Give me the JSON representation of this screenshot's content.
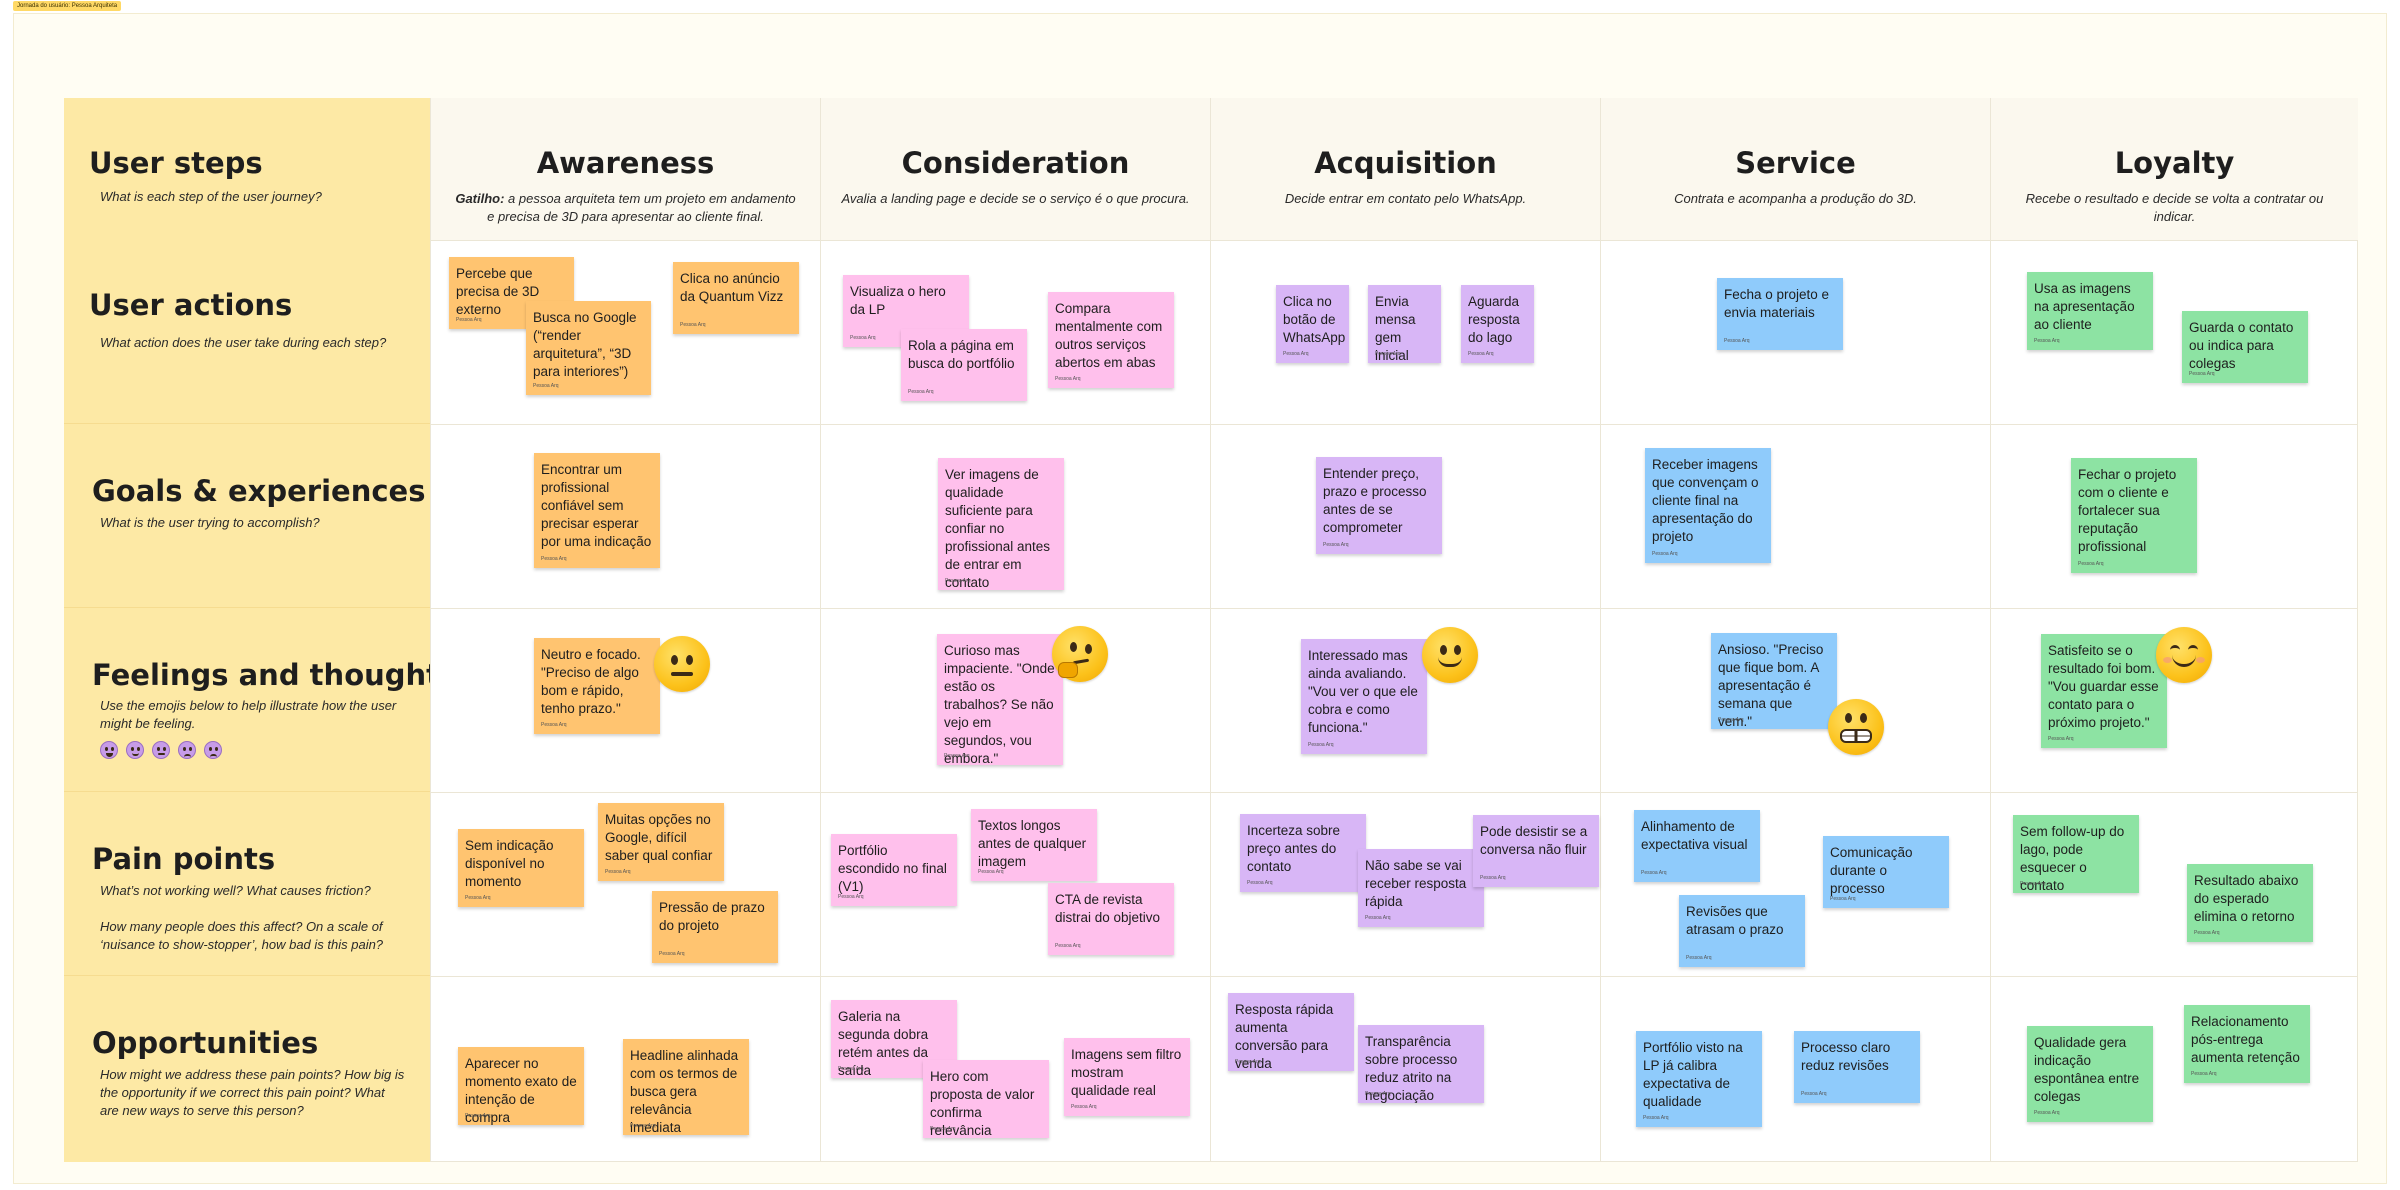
{
  "frame_label": "Jornada do usuário: Pessoa Arquiteta",
  "row_headers": [
    {
      "title": "User steps",
      "description": "What is each step of the user journey?"
    },
    {
      "title": "User actions",
      "description": "What action does the user take during each step?"
    },
    {
      "title": "Goals & experiences",
      "description": "What is the user trying to accomplish?"
    },
    {
      "title": "Feelings and thoughts",
      "description": "Use the emojis below to help illustrate how the user might be feeling."
    },
    {
      "title": "Pain points",
      "description": "What’s not working well? What causes friction?",
      "description2": "How many people does this affect? On a scale of ‘nuisance to show-stopper’, how bad is this pain?"
    },
    {
      "title": "Opportunities",
      "description": "How might we address these pain points? How big is the opportunity if we correct this pain point? What are new ways to serve this person?"
    }
  ],
  "feelings_palette": [
    "very-happy-face-icon",
    "happy-face-icon",
    "neutral-face-icon",
    "sad-face-icon",
    "angry-face-icon"
  ],
  "columns": [
    {
      "title": "Awareness",
      "trigger_label": "Gatilho:",
      "description": " a pessoa arquiteta tem um projeto em andamento e precisa de 3D para apresentar ao cliente final."
    },
    {
      "title": "Consideration",
      "description": "Avalia a landing page e decide se o serviço é o que procura."
    },
    {
      "title": "Acquisition",
      "description": "Decide entrar em contato pelo WhatsApp."
    },
    {
      "title": "Service",
      "description": "Contrata e acompanha a produção do 3D."
    },
    {
      "title": "Loyalty",
      "description": "Recebe o resultado e decide se volta a contratar ou indicar."
    }
  ],
  "sticky_author": "Pessoa Arq",
  "colors": {
    "orange": "#ffc470",
    "pink": "#ffc0ec",
    "purple": "#d8b6f6",
    "blue": "#8fcbfb",
    "green": "#8de3a3",
    "row_header": "#fde9a5"
  },
  "stickies": {
    "actions": {
      "awareness": [
        "Percebe que precisa de 3D externo",
        "Busca no Google (“render arquitetura”, “3D para interiores”)",
        "Clica no anúncio da Quantum Vizz"
      ],
      "consideration": [
        "Visualiza o hero da LP",
        "Rola a página em busca do portfólio",
        "Compara mentalmente com outros serviços abertos em abas"
      ],
      "acquisition": [
        "Clica no botão de WhatsApp",
        "Envia mensa gem inicial",
        "Aguarda resposta do lago"
      ],
      "service": [
        "Fecha o projeto e envia materiais"
      ],
      "loyalty": [
        "Usa as imagens na apresentação ao cliente",
        "Guarda o contato ou indica para colegas"
      ]
    },
    "goals": {
      "awareness": "Encontrar um profissional confiável sem precisar esperar por uma indicação",
      "consideration": "Ver imagens de qualidade suficiente para confiar no profissional antes de entrar em contato",
      "acquisition": "Entender preço, prazo e processo antes de se comprometer",
      "service": "Receber imagens que convençam o cliente final na apresentação do projeto",
      "loyalty": "Fechar o projeto com o cliente e fortalecer sua reputação profissional"
    },
    "feelings": {
      "awareness": {
        "text": "Neutro e focado. \"Preciso de algo bom e rápido, tenho prazo.\"",
        "emoji": "neutral-face-icon"
      },
      "consideration": {
        "text": "Curioso mas impaciente. \"Onde estão os trabalhos? Se não vejo em segundos, vou embora.\"",
        "emoji": "thinking-face-icon"
      },
      "acquisition": {
        "text": "Interessado mas ainda avaliando. \"Vou ver o que ele cobra e como funciona.\"",
        "emoji": "slight-smile-face-icon"
      },
      "service": {
        "text": "Ansioso. \"Preciso que fique bom. A apresentação é semana que vem.\"",
        "emoji": "grimacing-face-icon"
      },
      "loyalty": {
        "text": "Satisfeito se o resultado foi bom. \"Vou guardar esse contato para o próximo projeto.\"",
        "emoji": "smiling-face-icon"
      }
    },
    "pains": {
      "awareness": [
        "Sem indicação disponível no momento",
        "Muitas opções no Google, difícil saber qual confiar",
        "Pressão de prazo do projeto"
      ],
      "consideration": [
        "Portfólio escondido no final (V1)",
        "Textos longos antes de qualquer imagem",
        "CTA de revista distrai do objetivo"
      ],
      "acquisition": [
        "Incerteza sobre preço antes do contato",
        "Não sabe se vai receber resposta rápida",
        "Pode desistir se a conversa não fluir"
      ],
      "service": [
        "Alinhamento de expectativa visual",
        "Comunicação durante o processo",
        "Revisões que atrasam o prazo"
      ],
      "loyalty": [
        "Sem follow-up do lago, pode esquecer o contato",
        "Resultado abaixo do esperado elimina o retorno"
      ]
    },
    "opps": {
      "awareness": [
        "Aparecer no momento exato de intenção de compra",
        "Headline alinhada com os termos de busca gera relevância imediata"
      ],
      "consideration": [
        "Galeria na segunda dobra retém antes da saída",
        "Hero com proposta de valor confirma relevância imediata",
        "Imagens sem filtro mostram qualidade real"
      ],
      "acquisition": [
        "Resposta rápida aumenta conversão para venda",
        "Transparência sobre processo reduz atrito na negociação"
      ],
      "service": [
        "Portfólio visto na LP já calibra expectativa de qualidade",
        "Processo claro reduz revisões"
      ],
      "loyalty": [
        "Qualidade gera indicação espontânea entre colegas",
        "Relacionamento pós-entrega aumenta retenção"
      ]
    }
  }
}
